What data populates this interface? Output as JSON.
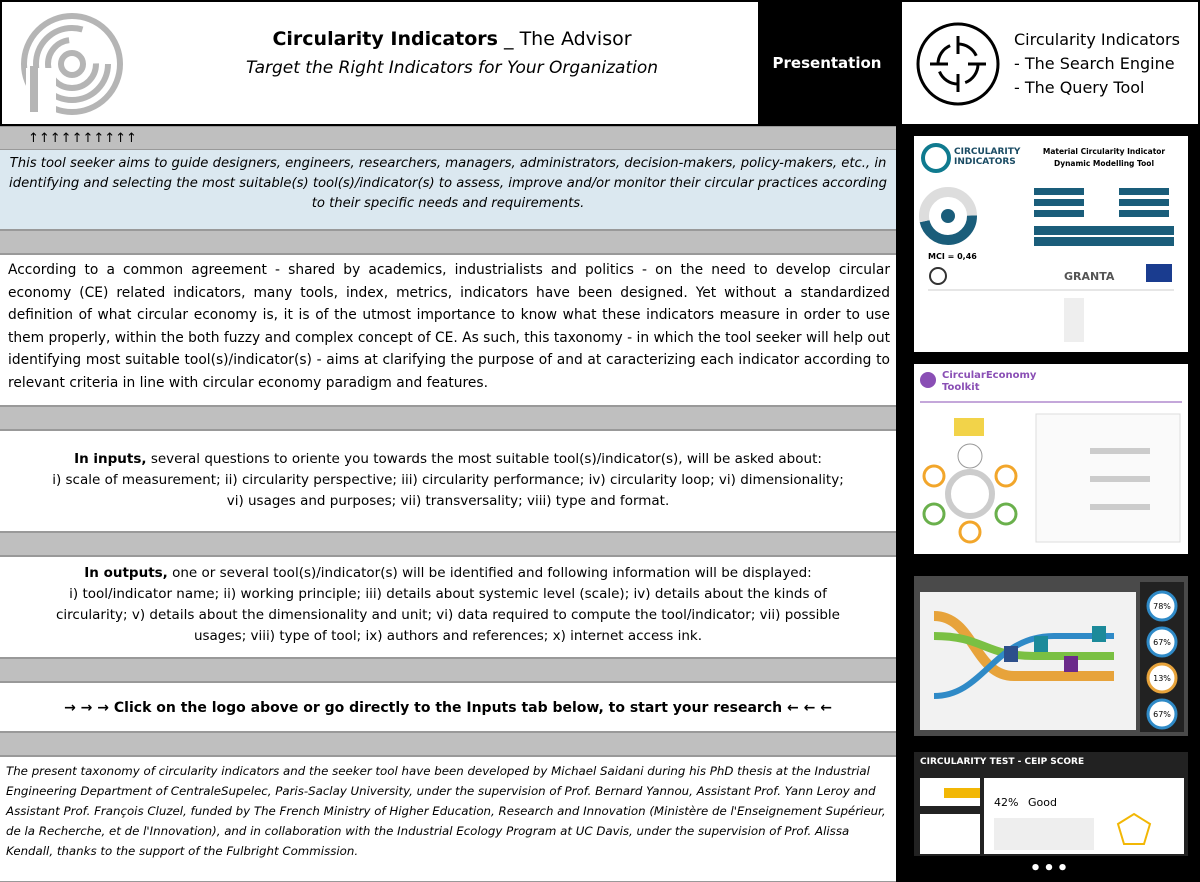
{
  "header": {
    "title_bold": "Circularity Indicators",
    "title_rest": " _ The Advisor",
    "subtitle": "Target the Right Indicators for Your Organization",
    "presentation_label": "Presentation"
  },
  "search_engine": {
    "line1": "Circularity Indicators",
    "line2": "- The Search Engine",
    "line3": "- The Query Tool"
  },
  "arrows": "↑↑↑↑↑↑↑↑↑↑",
  "intro": "This tool seeker aims to guide designers, engineers, researchers, managers, administrators, decision-makers, policy-makers, etc., in identifying and selecting the most suitable(s) tool(s)/indicator(s) to assess, improve and/or monitor their circular practices according to their specific needs and requirements.",
  "context": "According to a common agreement - shared by academics, industrialists and politics - on the need to develop circular economy (CE) related indicators, many tools, index, metrics, indicators have been designed. Yet without a standardized definition of what circular economy is, it is of the utmost importance to know what these indicators measure in order to use them properly, within the both fuzzy and complex concept of CE. As such, this taxonomy - in which the tool seeker will help out identifying most suitable tool(s)/indicator(s) - aims at clarifying the purpose of and at caracterizing each indicator according to relevant criteria in line with circular economy paradigm and features.",
  "inputs": {
    "lead": "In inputs,",
    "line1": "  several questions to oriente you towards the most suitable tool(s)/indicator(s), will be asked about:",
    "line2": "i) scale of measurement; ii) circularity perspective; iii) circularity performance; iv) circularity loop; vi) dimensionality;",
    "line3": "vi) usages and purposes; vii) transversality; viii) type and format."
  },
  "outputs": {
    "lead": "In outputs,",
    "line1": " one or several tool(s)/indicator(s) will be identified and following information will be displayed:",
    "line2": "i) tool/indicator name; ii) working principle; iii) details about systemic level (scale); iv) details about the kinds of",
    "line3": "circularity; v) details about the dimensionality and unit; vi) data required to compute the tool/indicator; vii) possible",
    "line4": "usages; viii) type of tool; ix) authors and references; x) internet access ink."
  },
  "cta": "→ → → Click on the logo above or go directly to the Inputs tab below, to start your research  ← ← ←",
  "footer": "The present taxonomy of circularity indicators and the seeker tool have been developed by Michael Saidani during his PhD thesis at the Industrial Engineering Department of CentraleSupelec, Paris-Saclay University, under the supervision of Prof. Bernard Yannou, Assistant Prof. Yann Leroy and Assistant Prof. François Cluzel, funded by The French Ministry of Higher Education, Research and Innovation (Ministère de l'Enseignement Supérieur, de la Recherche, et de l'Innovation), and in collaboration with the Industrial Ecology Program at UC Davis, under the supervision of Prof. Alissa Kendall, thanks to the support of the Fulbright Commission.",
  "thumbs": {
    "mci_title1": "CIRCULARITY",
    "mci_title2": "INDICATORS",
    "mci_heading": "Material Circularity Indicator",
    "mci_sub": "Dynamic Modelling Tool",
    "mci_value": "MCI = 0,46",
    "mci_granta": "GRANTA",
    "ce_title1": "CircularEconomy",
    "ce_title2": "Toolkit",
    "flow_pcts": [
      "78%",
      "67%",
      "13%",
      "67%"
    ],
    "ceip_title": "CIRCULARITY TEST - CEIP SCORE",
    "ceip_pct": "42%",
    "ceip_word": "Good"
  },
  "more": "•••"
}
